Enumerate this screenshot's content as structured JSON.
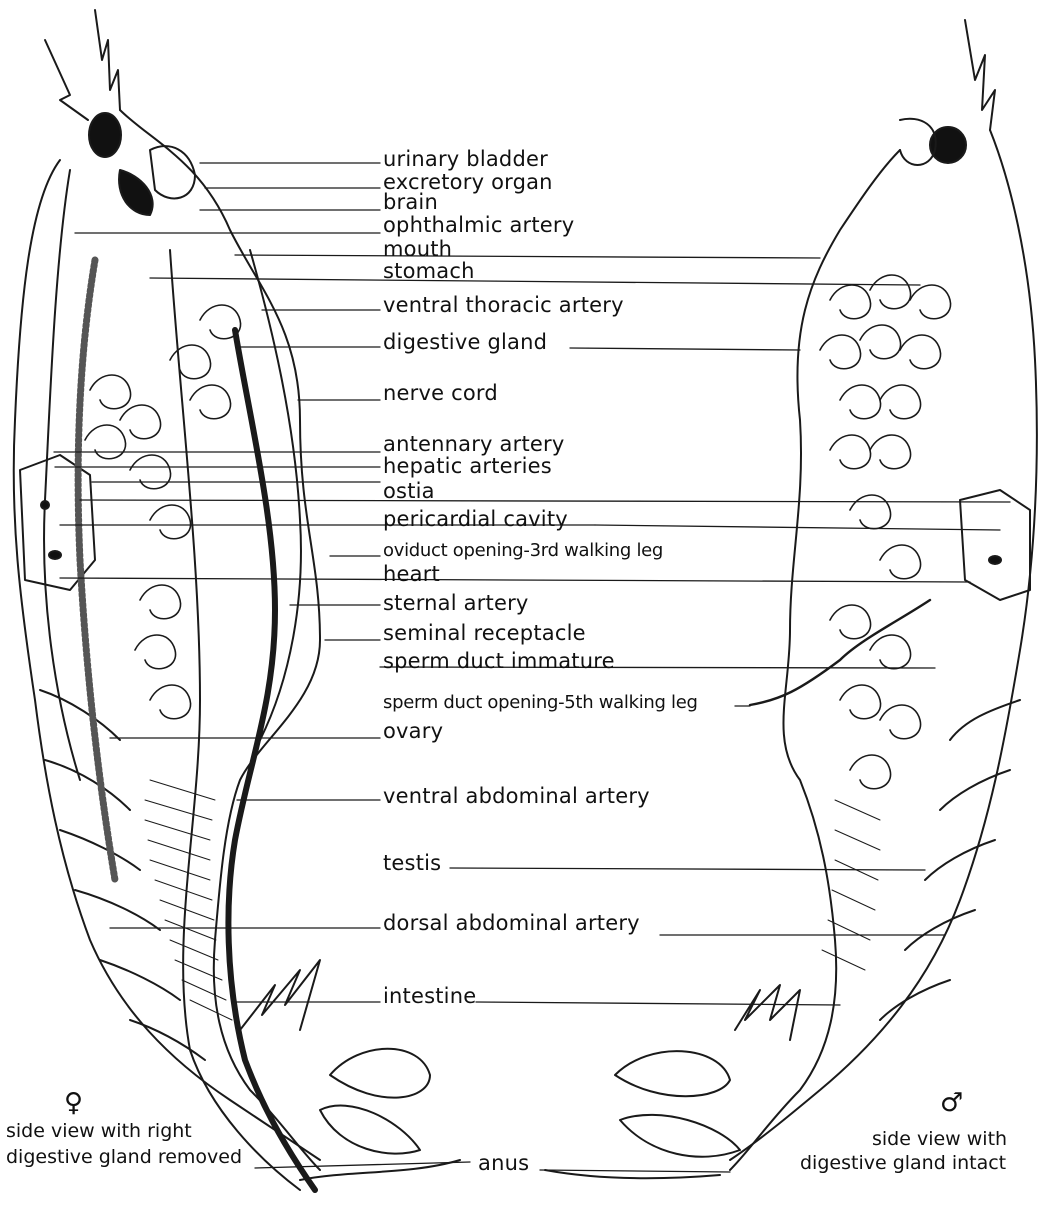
{
  "labels": [
    {
      "id": "urinary-bladder",
      "text": "urinary bladder"
    },
    {
      "id": "excretory-organ",
      "text": "excretory organ"
    },
    {
      "id": "brain",
      "text": "brain"
    },
    {
      "id": "ophthalmic-artery",
      "text": "ophthalmic artery"
    },
    {
      "id": "mouth",
      "text": "mouth"
    },
    {
      "id": "stomach",
      "text": "stomach"
    },
    {
      "id": "ventral-thoracic-artery",
      "text": "ventral thoracic artery"
    },
    {
      "id": "digestive-gland",
      "text": "digestive gland"
    },
    {
      "id": "nerve-cord",
      "text": "nerve cord"
    },
    {
      "id": "antennary-artery",
      "text": "antennary artery"
    },
    {
      "id": "hepatic-arteries",
      "text": "hepatic arteries"
    },
    {
      "id": "ostia",
      "text": "ostia"
    },
    {
      "id": "pericardial-cavity",
      "text": "pericardial cavity"
    },
    {
      "id": "oviduct-opening",
      "text": "oviduct opening-3rd walking leg"
    },
    {
      "id": "heart",
      "text": "heart"
    },
    {
      "id": "sternal-artery",
      "text": "sternal artery"
    },
    {
      "id": "seminal-receptacle",
      "text": "seminal receptacle"
    },
    {
      "id": "sperm-duct-immature",
      "text": "sperm duct immature"
    },
    {
      "id": "sperm-duct-opening",
      "text": "sperm duct opening-5th walking leg"
    },
    {
      "id": "ovary",
      "text": "ovary"
    },
    {
      "id": "ventral-abdominal-artery",
      "text": "ventral abdominal artery"
    },
    {
      "id": "testis",
      "text": "testis"
    },
    {
      "id": "dorsal-abdominal-artery",
      "text": "dorsal abdominal artery"
    },
    {
      "id": "intestine",
      "text": "intestine"
    },
    {
      "id": "anus",
      "text": "anus"
    }
  ],
  "female_symbol": "♀",
  "male_symbol": "♂",
  "female_caption_line1": "side view with right",
  "female_caption_line2": "digestive gland removed",
  "male_caption_line1": "side view with",
  "male_caption_line2": "digestive gland intact",
  "ink_color": "#111111"
}
